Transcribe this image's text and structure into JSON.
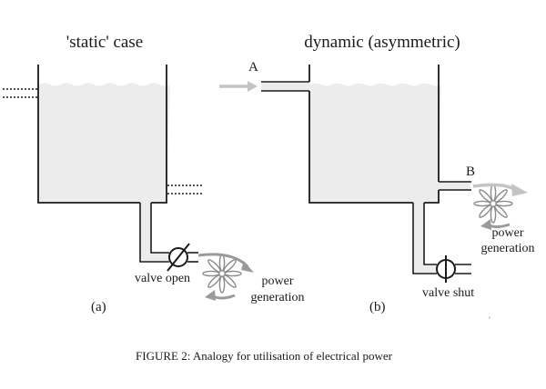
{
  "panels": {
    "a": {
      "title": "'static' case",
      "tag": "(a)",
      "valve_label": "valve open",
      "output_label_line1": "power",
      "output_label_line2": "generation"
    },
    "b": {
      "title": "dynamic (asymmetric)",
      "tag": "(b)",
      "inlet_label": "A",
      "outlet_label": "B",
      "valve_label": "valve shut",
      "output_label_line1": "power",
      "output_label_line2": "generation"
    }
  },
  "caption": "FIGURE 2:  Analogy for utilisation of electrical power",
  "colors": {
    "ink": "#1a1a1a",
    "water": "#ececec",
    "flow_arrow": "#9a9a9a",
    "inlet_arrow": "#c4c4c4"
  }
}
